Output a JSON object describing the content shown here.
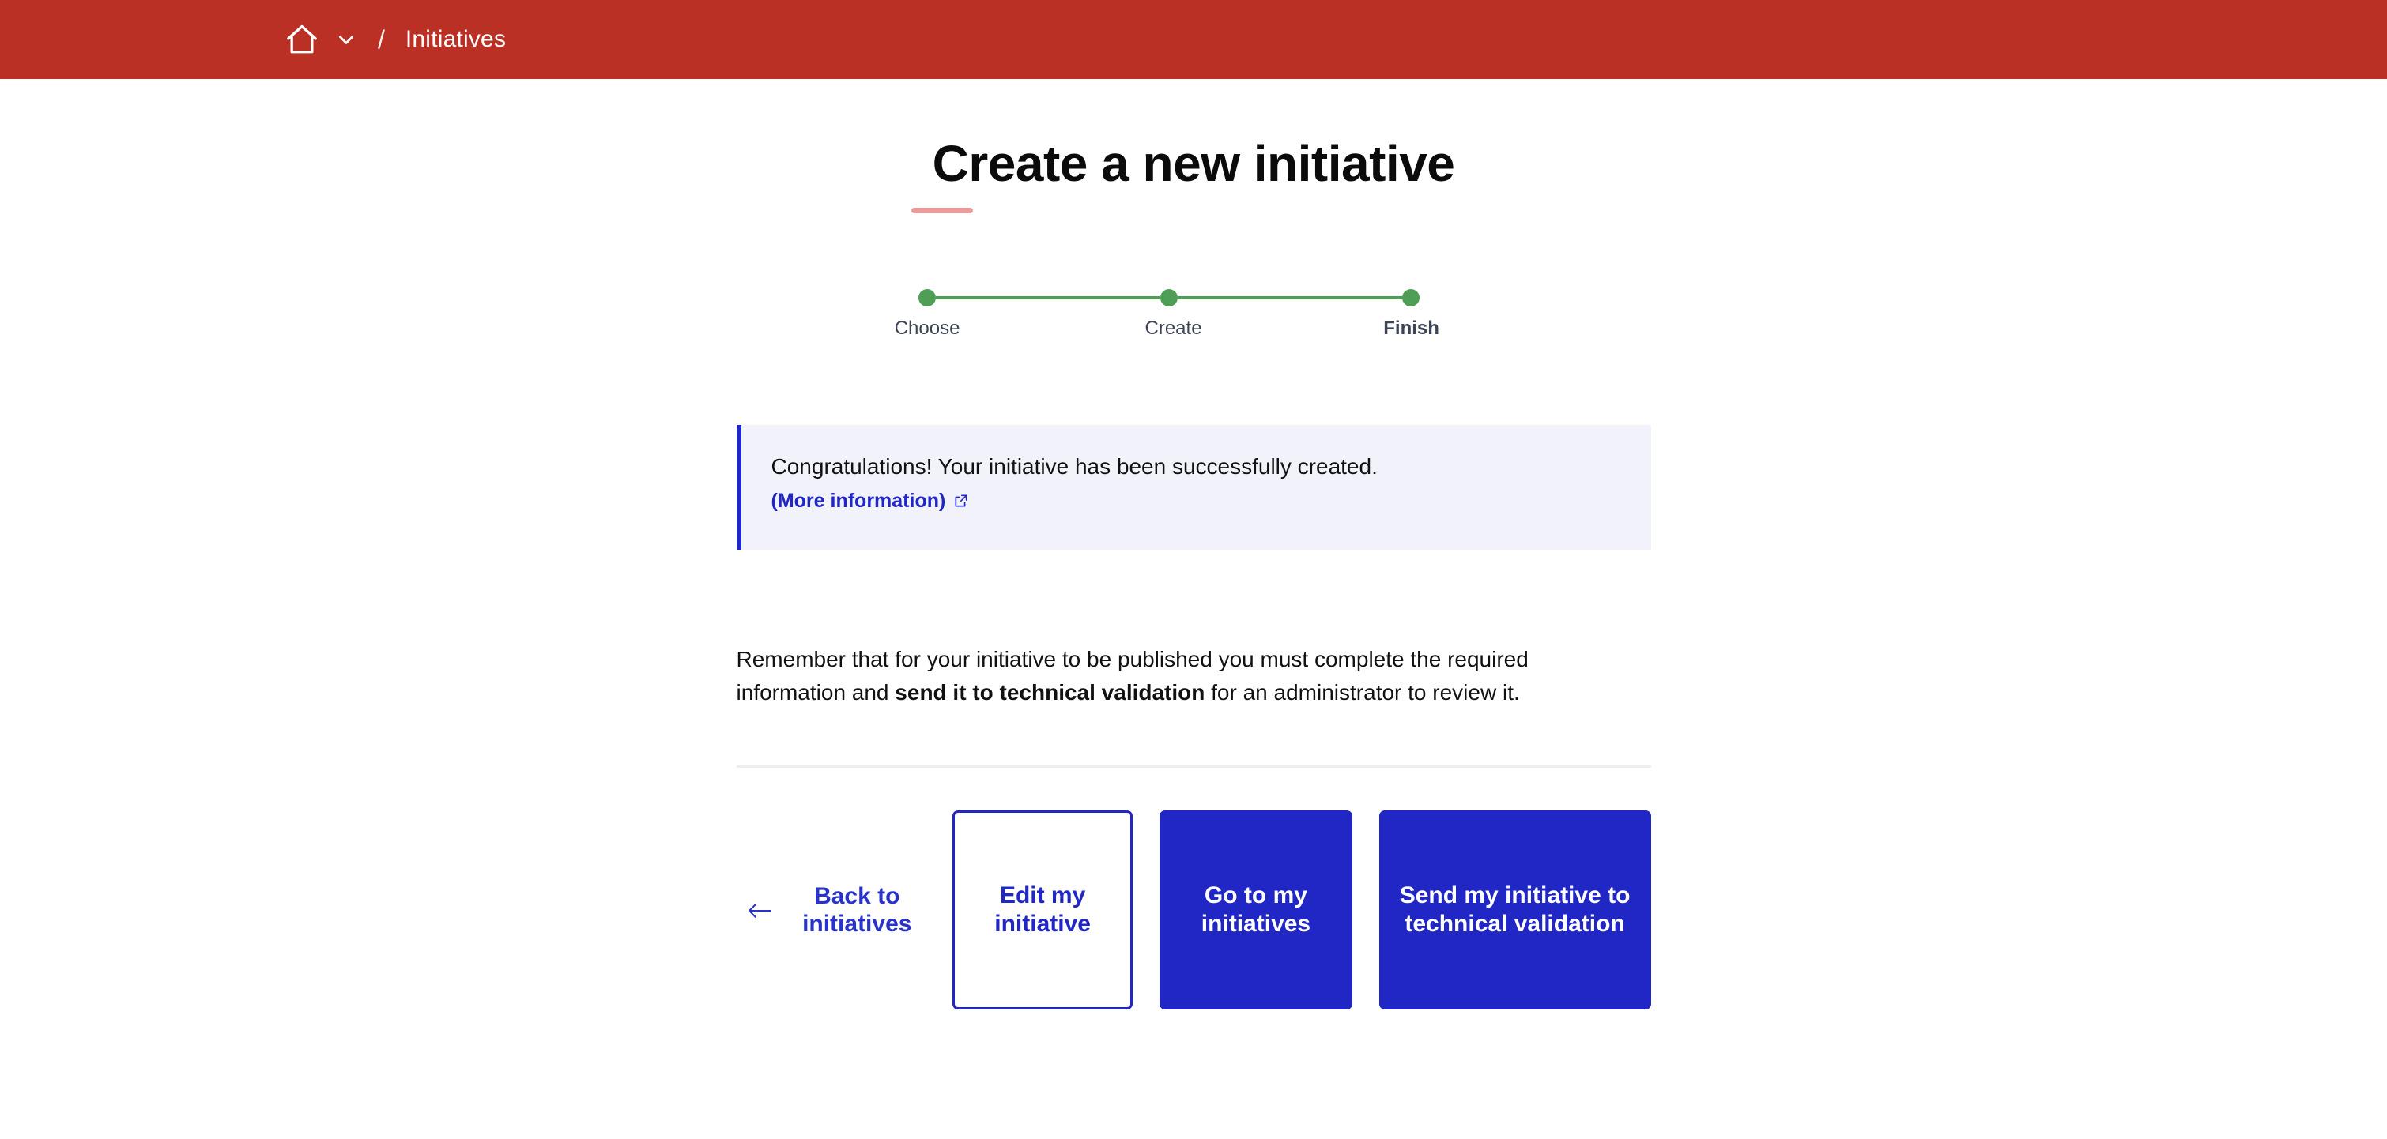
{
  "topbar": {
    "background": "#bb3025",
    "home_icon": "home-icon",
    "dropdown_icon": "chevron-down-icon",
    "separator": "/",
    "breadcrumb_current": "Initiatives"
  },
  "header": {
    "title": "Create a new initiative",
    "accent_color": "#ef9a9a"
  },
  "stepper": {
    "active_index": 2,
    "color": "#4e9e55",
    "steps": [
      {
        "label": "Choose",
        "state": "complete"
      },
      {
        "label": "Create",
        "state": "complete"
      },
      {
        "label": "Finish",
        "state": "current"
      }
    ]
  },
  "callout": {
    "message": "Congratulations! Your initiative has been successfully created.",
    "link_label": "(More information)",
    "link_icon": "external-link-icon",
    "accent_color": "#2127c4",
    "background": "#f2f2fa"
  },
  "body": {
    "paragraph_part1": "Remember that for your initiative to be published you must complete the required information and ",
    "paragraph_strong": "send it to technical validation",
    "paragraph_part2": " for an administrator to review it."
  },
  "actions": {
    "back_link": {
      "label": "Back to initiatives",
      "icon": "arrow-left-icon",
      "color": "#2a33c9"
    },
    "edit_button": {
      "label": "Edit my initiative",
      "style": "outline"
    },
    "go_button": {
      "label": "Go to my initiatives",
      "style": "filled"
    },
    "send_button": {
      "label": "Send my initiative to technical validation",
      "style": "filled"
    },
    "primary_color": "#2127c4"
  }
}
